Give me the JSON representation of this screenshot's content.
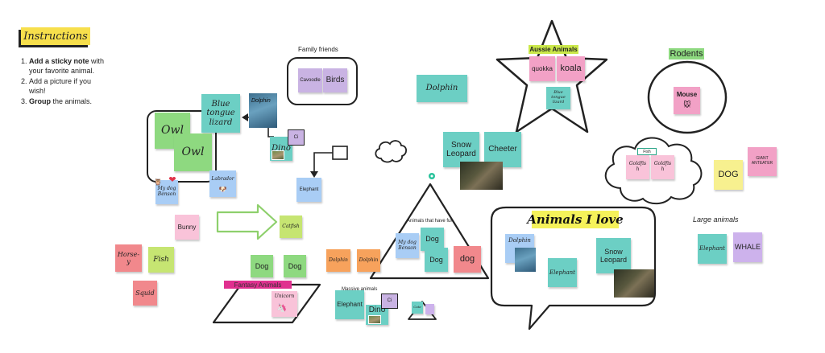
{
  "instructions": {
    "title": "Instructions",
    "steps": [
      {
        "bold": "Add a sticky note",
        "rest": " with your favorite animal."
      },
      {
        "bold": "",
        "rest": "Add a picture if you wish!"
      },
      {
        "bold": "Group",
        "rest": " the animals."
      }
    ]
  },
  "labels": {
    "family_friends": "Family friends",
    "aussie_animals": "Aussie Animals",
    "rodents": "Rodents",
    "animals_i_love": "Animals I love",
    "large_animals": "Large animals",
    "animals_that_have_fur": "Animals that have fur",
    "massive_animals": "Massive animals",
    "fantasy_animals": "Fantasy Animals",
    "fish_tag": "Fish"
  },
  "notes": {
    "cavoodle": "Cavoodle",
    "birds": "Birds",
    "dolphin_center": "Dolphin",
    "quokka": "quokka",
    "koala": "koala",
    "blue_tongue_lizard_star": "Blue tongue lizard",
    "mouse": "Mouse",
    "blue_tongue_lizard": "Blue tongue lizard",
    "dolphin_photo_label": "Dolphin",
    "owl_1": "Owl",
    "owl_2": "Owl",
    "dino_1": "Dino",
    "ci_1": "Ci",
    "my_dog_benson_left": "My dog Benson",
    "labrador": "Labrador",
    "elephant_mid": "Elephant",
    "snow_leopard_1": "Snow Leopard",
    "cheeter": "Cheeter",
    "goldfish_1": "Goldfish",
    "goldfish_2": "Goldfish",
    "dog_yellow": "DOG",
    "giant_anteater": "GIANT ANTEATER",
    "bunny": "Bunny",
    "catfish": "Catfish",
    "horse_y": "Horse-y",
    "fish": "Fish",
    "squid": "Squid",
    "dog_green_1": "Dog",
    "dog_green_2": "Dog",
    "dolphin_orange_1": "Dolphin",
    "dolphin_orange_2": "Dolphin",
    "my_dog_benson_tri": "My dog Benson",
    "dog_tri_1": "Dog",
    "dog_tri_2": "Dog",
    "dog_red": "dog",
    "unicorn": "Unicorn",
    "elephant_massive": "Elephant",
    "dino_2": "Dino",
    "ci_2": "Ci",
    "cute_small": "Cute",
    "dolphin_love": "Dolphin",
    "elephant_love": "Elephant",
    "snow_leopard_love": "Snow Leopard",
    "elephant_large": "Elephant",
    "whale": "WHALE"
  },
  "colors": {
    "teal": "#6ccfc4",
    "blue": "#a9cdf5",
    "purple": "#c9b3e3",
    "pink": "#f2a1c6",
    "green": "#8ed980",
    "yellow_highlight": "#f7f08f",
    "fantasy_banner": "#e0308f",
    "accent_tag": "#f7df4c"
  },
  "icons": {
    "heart": "heart-icon",
    "dog_face": "dog-face-icon",
    "unicorn": "unicorn-icon",
    "mouse_face": "mouse-face-icon",
    "owl_emoji": "owl-icon",
    "teal_dot": "connector-dot-icon"
  }
}
